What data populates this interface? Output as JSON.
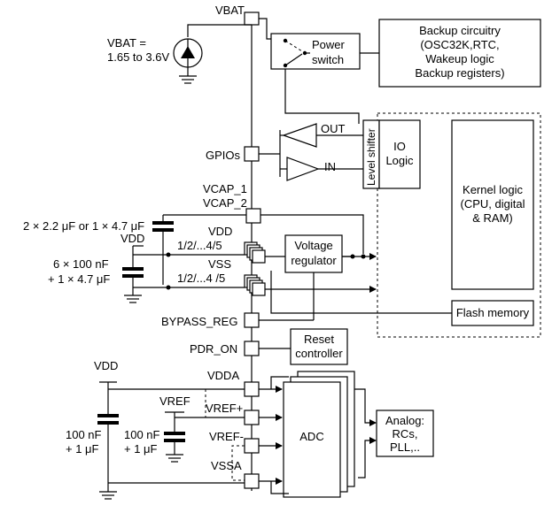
{
  "pins": {
    "vbat": "VBAT",
    "gpios": "GPIOs",
    "vcap1": "VCAP_1",
    "vcap2": "VCAP_2",
    "vdd_top": "VDD",
    "vdd_range": "1/2/...4/5",
    "vss": "VSS",
    "vss_range": "1/2/...4 /5",
    "bypass_reg": "BYPASS_REG",
    "pdr_on": "PDR_ON",
    "vdda": "VDDA",
    "vref_plus": "VREF+",
    "vref_minus": "VREF-",
    "vssa": "VSSA"
  },
  "supply": {
    "vbat_line1": "VBAT =",
    "vbat_line2": "1.65 to 3.6V",
    "cap_vcap": "2 × 2.2 μF  or  1 × 4.7 μF",
    "vdd_ext": "VDD",
    "cap_vdd_line1": "6 × 100 nF",
    "cap_vdd_line2": "+ 1 × 4.7 μF",
    "vdd_analog": "VDD",
    "vref_ext": "VREF",
    "cap_vdda_line1": "100 nF",
    "cap_vdda_line2": "+ 1 μF",
    "cap_vref_line1": "100 nF",
    "cap_vref_line2": "+ 1 μF"
  },
  "blocks": {
    "power_switch_line1": "Power",
    "power_switch_line2": "switch",
    "backup_line1": "Backup circuitry",
    "backup_line2": "(OSC32K,RTC,",
    "backup_line3": "Wakeup logic",
    "backup_line4": "Backup registers)",
    "out": "OUT",
    "in": "IN",
    "level_shifter": "Level shifter",
    "io_line1": "IO",
    "io_line2": "Logic",
    "kernel_line1": "Kernel logic",
    "kernel_line2": "(CPU, digital",
    "kernel_line3": "& RAM)",
    "vreg_line1": "Voltage",
    "vreg_line2": "regulator",
    "flash": "Flash memory",
    "reset_line1": "Reset",
    "reset_line2": "controller",
    "adc": "ADC",
    "analog_line1": "Analog:",
    "analog_line2": "RCs,",
    "analog_line3": "PLL,.."
  }
}
